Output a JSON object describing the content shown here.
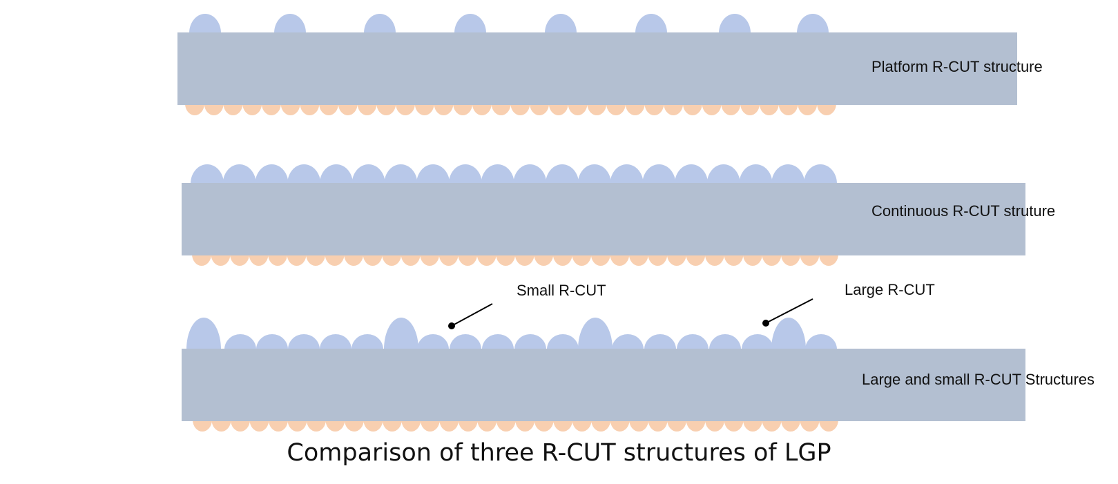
{
  "title": "Comparison of three R-CUT structures of LGP",
  "structures": [
    {
      "label": "Platform R-CUT structure",
      "top_pattern": "spaced"
    },
    {
      "label": "Continuous R-CUT struture",
      "top_pattern": "continuous"
    },
    {
      "label": "Large and small R-CUT Structures",
      "top_pattern": "mixed"
    }
  ],
  "callouts": {
    "small": "Small R-CUT",
    "large": "Large R-CUT"
  },
  "colors": {
    "plate": "#b3bfd1",
    "top_bump": "#b8c8e9",
    "bottom_bump": "#f8cfb0",
    "text": "#111111",
    "leader": "#000000"
  }
}
